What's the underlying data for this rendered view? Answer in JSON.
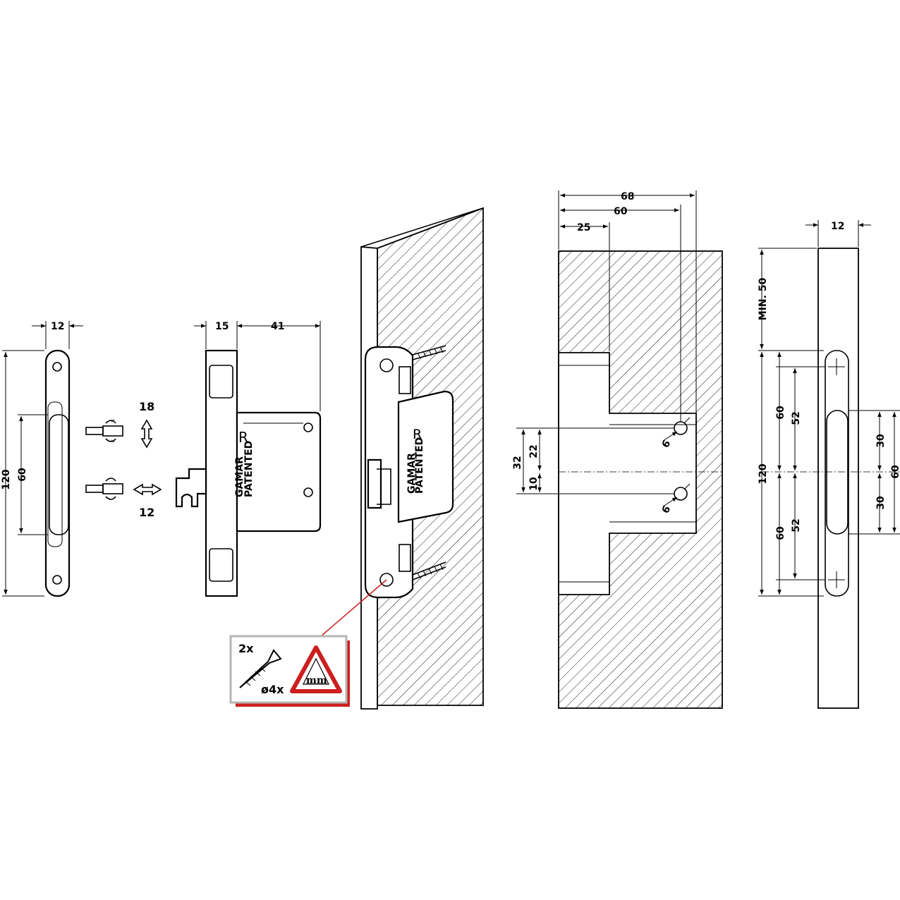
{
  "colors": {
    "line": "#000000",
    "accent": "#cc1f1f",
    "panel_border": "#b5b5b5",
    "background": "#ffffff"
  },
  "icons": [
    "arrow-updown-icon",
    "arrow-leftright-icon",
    "screw-icon",
    "warning-triangle-icon",
    "rotate-icon"
  ],
  "strike_plate_left": {
    "width": "12",
    "height": "120",
    "inner": "60"
  },
  "hinge_side": {
    "width_a": "15",
    "width_b": "41",
    "mark": "R",
    "brand": "GAMAR",
    "patented": "PATENTED"
  },
  "adjust": {
    "vertical": "18",
    "horizontal": "12"
  },
  "door_view": {
    "mark": "R",
    "brand": "GAMAR",
    "patented": "PATENTED"
  },
  "screw_info": {
    "qty": "2x",
    "diameter": "ø4x",
    "unit": "mm"
  },
  "routing": {
    "w68": "68",
    "w60": "60",
    "w25": "25",
    "h32": "32",
    "h22": "22",
    "h10": "10",
    "hole_a": "6",
    "hole_b": "6"
  },
  "strike_plate_right": {
    "width": "12",
    "min": "MIN. 50",
    "h120": "120",
    "h60a": "60",
    "h52a": "52",
    "h60b": "60",
    "h52b": "52",
    "h30a": "30",
    "h30b": "30",
    "h60r": "60"
  }
}
